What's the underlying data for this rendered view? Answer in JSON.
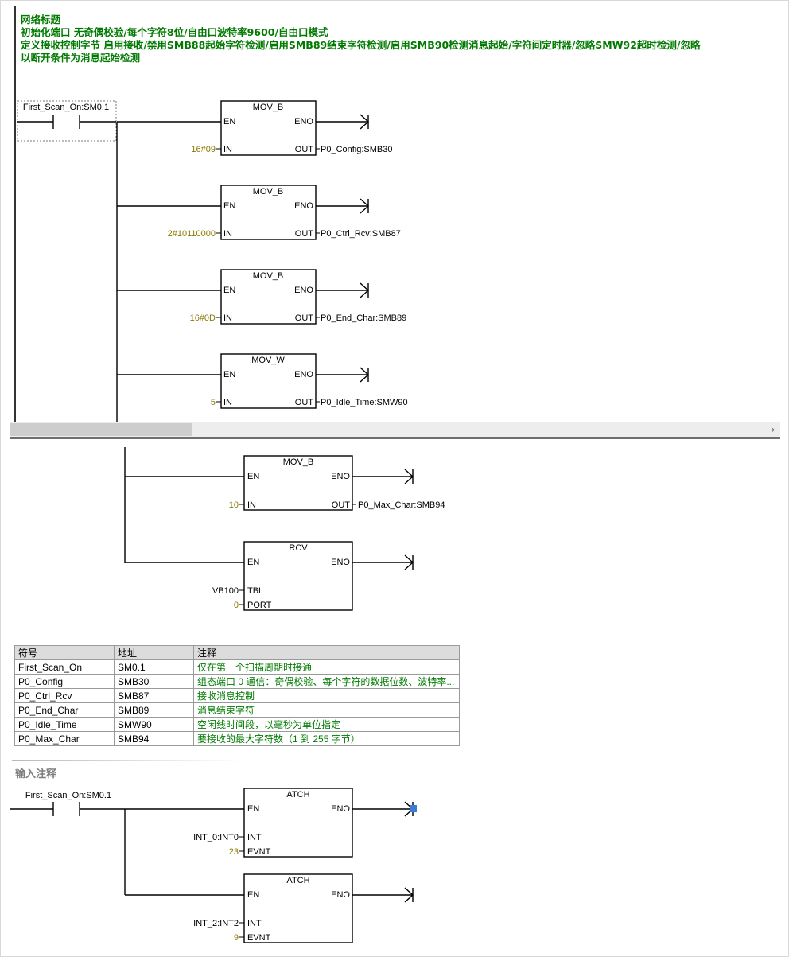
{
  "network1": {
    "title": "网络标题",
    "comment_lines": [
      "初始化端口 无奇偶校验/每个字符8位/自由口波特率9600/自由口模式",
      "定义接收控制字节   启用接收/禁用SMB88起始字符检测/启用SMB89结束字符检测/启用SMB90检测消息起始/字符间定时器/忽略SMW92超时检测/忽略",
      "以断开条件为消息起始检测"
    ],
    "contact_label": "First_Scan_On:SM0.1",
    "boxes": [
      {
        "name": "MOV_B",
        "in": "16#09",
        "out": "P0_Config:SMB30"
      },
      {
        "name": "MOV_B",
        "in": "2#10110000",
        "out": "P0_Ctrl_Rcv:SMB87"
      },
      {
        "name": "MOV_B",
        "in": "16#0D",
        "out": "P0_End_Char:SMB89"
      },
      {
        "name": "MOV_W",
        "in": "5",
        "out": "P0_Idle_Time:SMW90"
      }
    ]
  },
  "network1_cont": {
    "mov": {
      "name": "MOV_B",
      "in": "10",
      "out": "P0_Max_Char:SMB94"
    },
    "rcv": {
      "name": "RCV",
      "tbl": "VB100",
      "port": "0"
    }
  },
  "pin_labels": {
    "en": "EN",
    "eno": "ENO",
    "in": "IN",
    "out": "OUT",
    "tbl": "TBL",
    "port": "PORT",
    "int": "INT",
    "evnt": "EVNT"
  },
  "symbol_table": {
    "headers": [
      "符号",
      "地址",
      "注释"
    ],
    "rows": [
      [
        "First_Scan_On",
        "SM0.1",
        "仅在第一个扫描周期时接通"
      ],
      [
        "P0_Config",
        "SMB30",
        "组态端口 0 通信：奇偶校验、每个字符的数据位数、波特率..."
      ],
      [
        "P0_Ctrl_Rcv",
        "SMB87",
        "接收消息控制"
      ],
      [
        "P0_End_Char",
        "SMB89",
        "消息结束字符"
      ],
      [
        "P0_Idle_Time",
        "SMW90",
        "空闲线时间段，以毫秒为单位指定"
      ],
      [
        "P0_Max_Char",
        "SMB94",
        "要接收的最大字符数（1 到 255 字节）"
      ]
    ]
  },
  "network2": {
    "comment_placeholder": "输入注释",
    "contact_label": "First_Scan_On:SM0.1",
    "boxes": [
      {
        "name": "ATCH",
        "int": "INT_0:INT0",
        "evnt": "23"
      },
      {
        "name": "ATCH",
        "int": "INT_2:INT2",
        "evnt": "9"
      }
    ]
  },
  "colors": {
    "comment_green": "#007a00",
    "constant_olive": "#8a7a00",
    "selection_blue": "#3a7bd5"
  }
}
